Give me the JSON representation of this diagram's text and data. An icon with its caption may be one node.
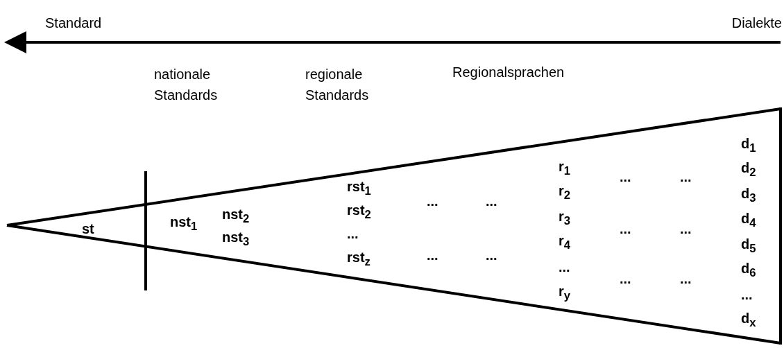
{
  "diagram": {
    "labels": [
      "Standard",
      "Dialekte",
      "nationale Standards",
      "regionale Standards",
      "Regionalsprachen",
      "st",
      "nst$_{1}$",
      "nst$_{2}$",
      "nst$_{3}$",
      "rst$_{1}$",
      "rst$_{2}$",
      "...",
      "rst$_{z}$",
      "...",
      "...",
      "...",
      "...",
      "r$_{1}$",
      "r$_{2}$",
      "r$_{3}$",
      "r$_{4}$",
      "...",
      "r$_{y}$",
      "...",
      "...",
      "...",
      "...",
      "...",
      "...",
      "d$_{1}$",
      "d$_{2}$",
      "d$_{3}$",
      "d$_{4}$",
      "d$_{5}$",
      "d$_{6}$",
      "...",
      "d$_{x}$"
    ]
  }
}
